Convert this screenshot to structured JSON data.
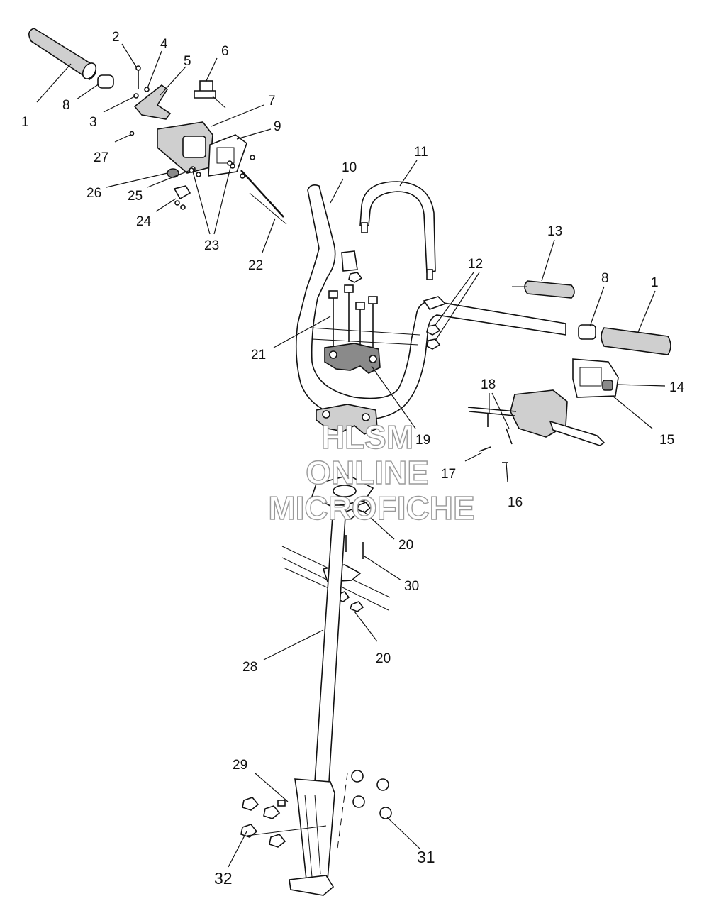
{
  "callouts": {
    "c1a": "1",
    "c2": "2",
    "c3": "3",
    "c4": "4",
    "c5": "5",
    "c6": "6",
    "c7": "7",
    "c8a": "8",
    "c9": "9",
    "c10": "10",
    "c11": "11",
    "c12": "12",
    "c13": "13",
    "c8b": "8",
    "c1b": "1",
    "c14": "14",
    "c15": "15",
    "c16": "16",
    "c17": "17",
    "c18": "18",
    "c19": "19",
    "c20a": "20",
    "c20b": "20",
    "c21": "21",
    "c22": "22",
    "c23": "23",
    "c24": "24",
    "c25": "25",
    "c26": "26",
    "c27": "27",
    "c28": "28",
    "c29": "29",
    "c30": "30",
    "c31": "31",
    "c32": "32"
  },
  "watermark": {
    "line1": "HLSM",
    "line2": "ONLINE",
    "line3": "MICROFICHE"
  }
}
